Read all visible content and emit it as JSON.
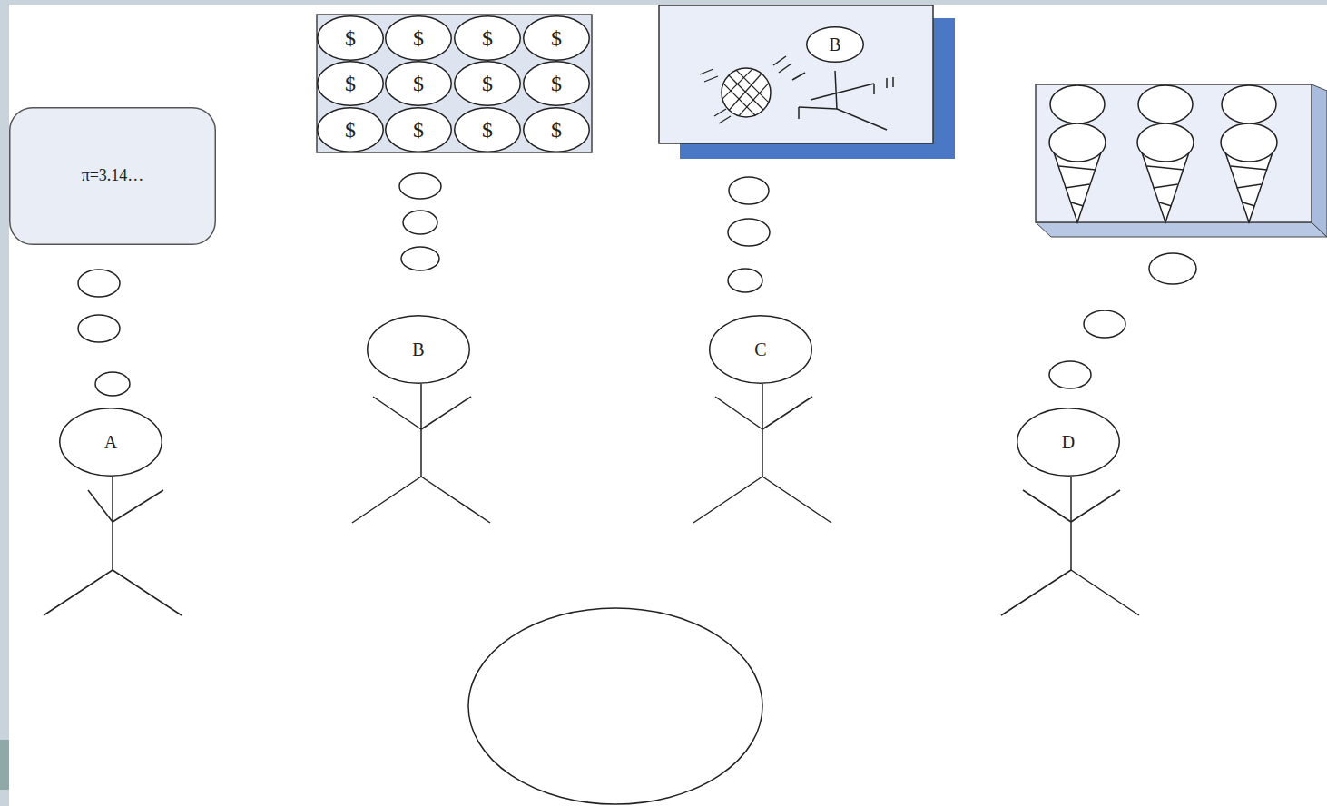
{
  "diagram": {
    "nodes": [
      {
        "text": [
          "π=3.14…"
        ]
      },
      {
        "text": [
          "$"
        ]
      },
      {
        "text": [
          "$"
        ]
      },
      {
        "text": [
          "$"
        ]
      },
      {
        "text": [
          "$"
        ]
      },
      {
        "text": [
          "$"
        ]
      },
      {
        "text": [
          "$"
        ]
      },
      {
        "text": [
          "$"
        ]
      },
      {
        "text": [
          "$"
        ]
      },
      {
        "text": [
          "$"
        ]
      },
      {
        "text": [
          "$"
        ]
      },
      {
        "text": [
          "$"
        ]
      },
      {
        "text": [
          "$"
        ]
      },
      {
        "text": [
          "B"
        ]
      },
      {
        "text": [
          "A"
        ]
      },
      {
        "text": [
          "B"
        ]
      },
      {
        "text": [
          "C"
        ]
      },
      {
        "text": [
          "D"
        ]
      }
    ]
  }
}
